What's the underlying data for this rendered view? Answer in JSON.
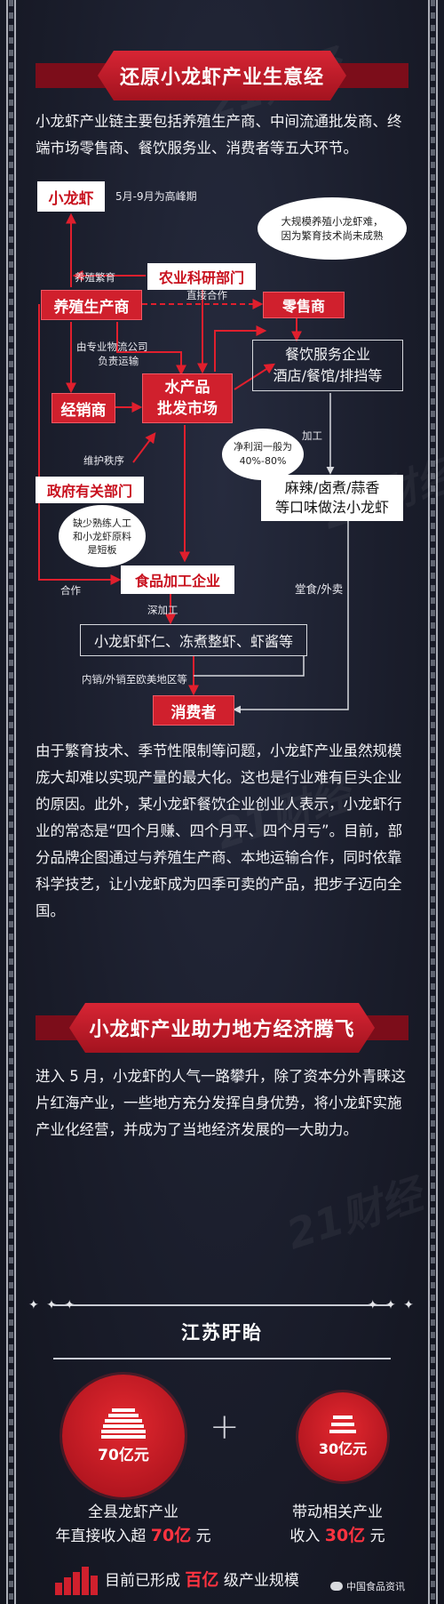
{
  "section1": {
    "title": "还原小龙虾产业生意经",
    "intro": "小龙虾产业链主要包括养殖生产商、中间流通批发商、终端市场零售商、餐饮服务业、消费者等五大环节。"
  },
  "flowchart": {
    "nodes": {
      "xiaolongxia": "小龙虾",
      "peak": "5月-9月为高峰期",
      "research": "农业科研部门",
      "farmer": "养殖生产商",
      "retailer": "零售商",
      "catering_l1": "餐饮服务企业",
      "catering_l2": "酒店/餐馆/排挡等",
      "distributor": "经销商",
      "wholesale_l1": "水产品",
      "wholesale_l2": "批发市场",
      "government": "政府有关部门",
      "dishes_l1": "麻辣/卤煮/蒜香",
      "dishes_l2": "等口味做法小龙虾",
      "processing": "食品加工企业",
      "products": "小龙虾虾仁、冻煮整虾、虾酱等",
      "consumer": "消费者"
    },
    "bubbles": {
      "breeding_l1": "大规模养殖小龙虾难，",
      "breeding_l2": "因为繁育技术尚未成熟",
      "profit_l1": "净利润一般为",
      "profit_l2": "40%-80%",
      "labor_l1": "缺少熟练人工",
      "labor_l2": "和小龙虾原料",
      "labor_l3": "是短板"
    },
    "labels": {
      "breeding": "养殖繁育",
      "direct": "直接合作",
      "logistics_l1": "由专业物流公司",
      "logistics_l2": "负责运输",
      "order": "维护秩序",
      "process": "加工",
      "cooperate": "合作",
      "deep": "深加工",
      "dine": "堂食/外卖",
      "export": "内销/外销至欧美地区等"
    },
    "colors": {
      "red": "#d0202d",
      "line": "#e01f2d",
      "grey": "#d7d9de"
    }
  },
  "section1_text": "由于繁育技术、季节性限制等问题，小龙虾产业虽然规模庞大却难以实现产量的最大化。这也是行业难有巨头企业的原因。此外，某小龙虾餐饮企业创业人表示，小龙虾行业的常态是“四个月赚、四个月平、四个月亏”。目前，部分品牌企图通过与养殖生产商、本地运输合作，同时依靠科学技艺，让小龙虾成为四季可卖的产品，把步子迈向全国。",
  "section2": {
    "title": "小龙虾产业助力地方经济腾飞",
    "text": "进入 5 月，小龙虾的人气一路攀升，除了资本分外青睐这片红海产业，一些地方充分发挥自身优势，将小龙虾实施产业化经营，并成为了当地经济发展的一大助力。"
  },
  "jiangsu": {
    "title": "江苏盱眙",
    "stars": "✦ ✦ ✦",
    "left_amount": "70亿元",
    "plus": "+",
    "right_amount": "30亿元",
    "left_cap_l1": "全县龙虾产业",
    "left_cap_pre": "年直接收入超 ",
    "left_cap_num": "70亿",
    "left_cap_unit": " 元",
    "right_cap_l1": "带动相关产业",
    "right_cap_pre": "收入 ",
    "right_cap_num": "30亿",
    "right_cap_unit": " 元",
    "bottom_pre": "目前已形成 ",
    "bottom_num": "百亿",
    "bottom_post": " 级产业规模"
  },
  "watermark": {
    "text": "21财经",
    "source": "中国食品资讯"
  }
}
